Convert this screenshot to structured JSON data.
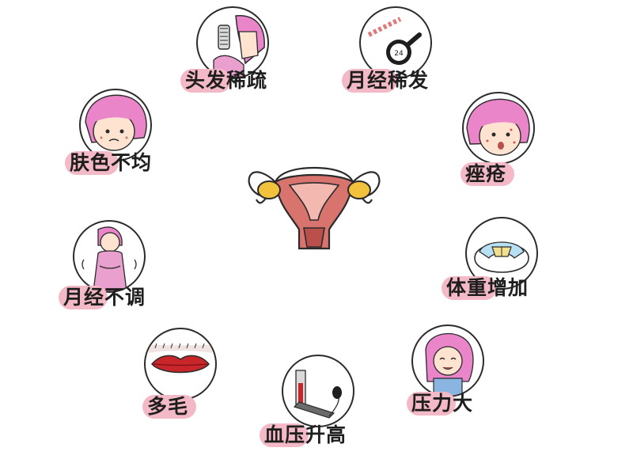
{
  "center": {
    "icon": "uterus-ovaries-icon"
  },
  "symptoms": [
    {
      "id": "hair-thinning",
      "label": "头发稀疏",
      "icon": "hair-comb-icon"
    },
    {
      "id": "scanty-menses",
      "label": "月经稀发",
      "icon": "calendar-clock-icon"
    },
    {
      "id": "uneven-skin",
      "label": "肤色不均",
      "icon": "worried-face-icon"
    },
    {
      "id": "acne",
      "label": "痤疮",
      "icon": "acne-face-icon"
    },
    {
      "id": "irregular-menses",
      "label": "月经不调",
      "icon": "woman-abdominal-pain-icon"
    },
    {
      "id": "weight-gain",
      "label": "体重增加",
      "icon": "scale-icon"
    },
    {
      "id": "hirsutism",
      "label": "多毛",
      "icon": "lips-hair-icon"
    },
    {
      "id": "stress",
      "label": "压力大",
      "icon": "crying-face-icon"
    },
    {
      "id": "high-bp",
      "label": "血压升高",
      "icon": "blood-pressure-monitor-icon"
    }
  ],
  "colors": {
    "highlight": "#f4b9c6",
    "hair": "#e985c8",
    "skin": "#fde3d0",
    "uterus": "#d8736d",
    "ovary": "#f2c23d",
    "outline": "#2b2b2b"
  }
}
